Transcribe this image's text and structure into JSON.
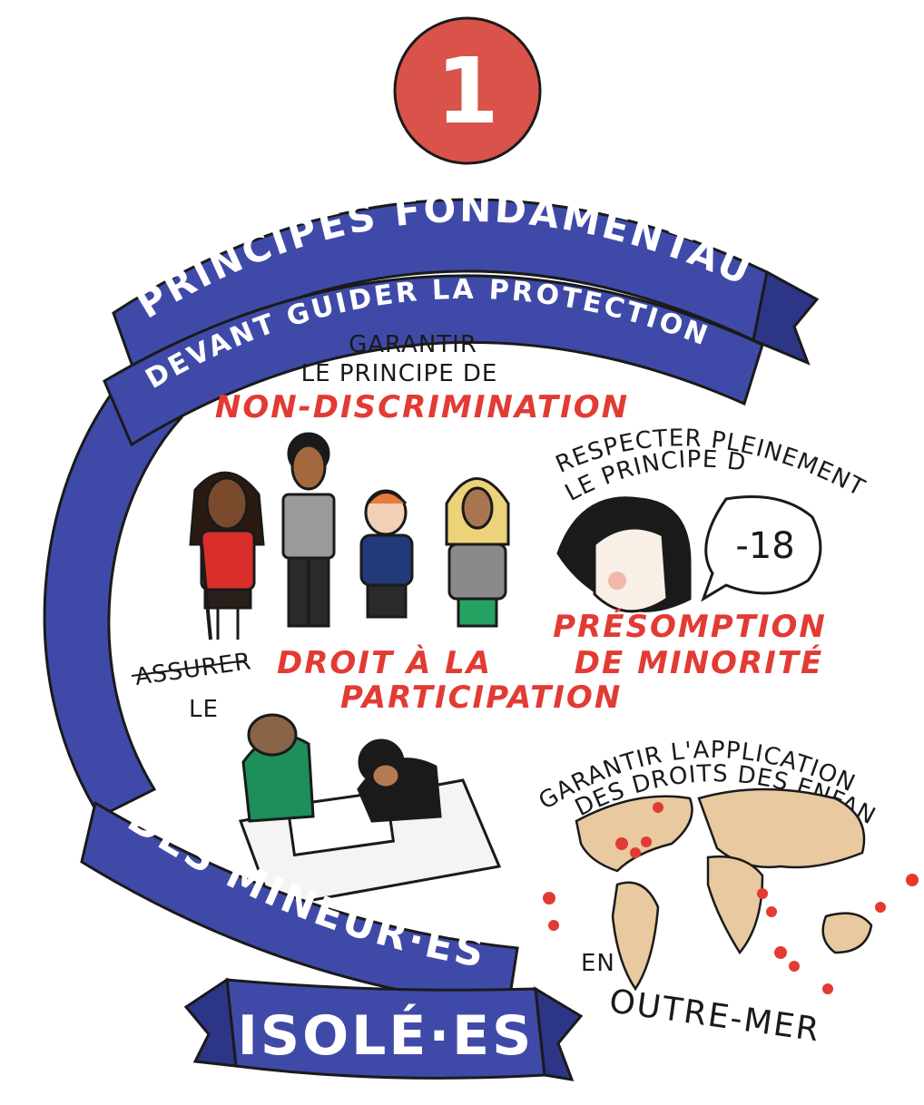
{
  "badge": {
    "number": "1",
    "color": "#d9534a"
  },
  "ribbon": {
    "color": "#3f4aa8",
    "line1": "PRINCIPES FONDAMENTAUX",
    "line2": "DEVANT GUIDER LA PROTECTION",
    "line3": "DES MINEUR·ES",
    "line4": "ISOLÉ·ES"
  },
  "non_discrimination": {
    "line1": "GARANTIR",
    "line2": "LE PRINCIPE DE",
    "highlight": "NON-DISCRIMINATION"
  },
  "presomption": {
    "line1": "RESPECTER PLEINEMENT",
    "line2": "LE PRINCIPE DE",
    "bubble": "-18",
    "highlight1": "PRÉSOMPTION",
    "highlight2": "DE MINORITÉ"
  },
  "participation": {
    "line1": "ASSURER",
    "line2": "LE",
    "highlight1": "DROIT À LA",
    "highlight2": "PARTICIPATION"
  },
  "outre_mer": {
    "line1": "GARANTIR L'APPLICATION",
    "line2": "DES DROITS DES ENFANTS",
    "line3": "EN",
    "line4": "OUTRE-MER"
  },
  "colors": {
    "accent_red": "#e23b33",
    "land": "#e8c9a0",
    "ink": "#1a1a1a"
  }
}
